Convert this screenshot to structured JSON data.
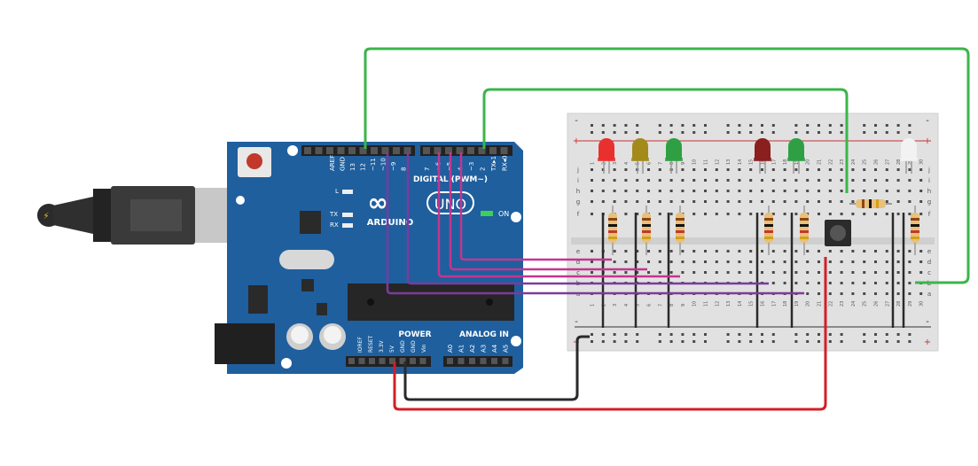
{
  "arduino": {
    "brand": "ARDUINO",
    "model": "UNO",
    "digital_label": "DIGITAL (PWM~)",
    "on_label": "ON",
    "power_label": "POWER",
    "analog_label": "ANALOG IN",
    "l_label": "L",
    "tx_label": "TX",
    "rx_label": "RX",
    "pin_labels_left": [
      "AREF",
      "GND",
      "13",
      "12",
      "~11",
      "~10",
      "~9",
      "8"
    ],
    "pin_labels_right": [
      "7",
      "~6",
      "~5",
      "4",
      "~3",
      "2",
      "TX▸1",
      "RX◂0"
    ],
    "power_pins": [
      "IOREF",
      "RESET",
      "3.3V",
      "5V",
      "GND",
      "GND",
      "Vin"
    ],
    "analog_pins": [
      "A0",
      "A1",
      "A2",
      "A3",
      "A4",
      "A5"
    ]
  },
  "breadboard": {
    "row_letters_top": [
      "j",
      "i",
      "h",
      "g",
      "f"
    ],
    "row_letters_bottom": [
      "e",
      "d",
      "c",
      "b",
      "a"
    ],
    "column_numbers": [
      "1",
      "2",
      "3",
      "4",
      "5",
      "6",
      "7",
      "8",
      "9",
      "10",
      "11",
      "12",
      "13",
      "14",
      "15",
      "16",
      "17",
      "18",
      "19",
      "20",
      "21",
      "22",
      "23",
      "24",
      "25",
      "26",
      "27",
      "28",
      "29",
      "30"
    ],
    "plus": "+",
    "minus": "-"
  },
  "colors": {
    "board_blue": "#1f5f9e",
    "wire_green": "#3bb54a",
    "wire_magenta": "#c2368f",
    "wire_purple": "#7b3aa0",
    "wire_red": "#d21f26",
    "wire_black": "#2a2a2a"
  },
  "leds": [
    "red",
    "yellow",
    "green",
    "red",
    "green",
    "white"
  ]
}
